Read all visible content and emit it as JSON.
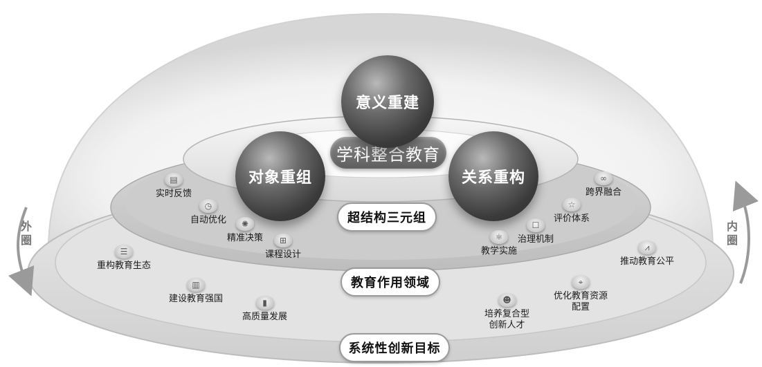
{
  "center": {
    "title": "学科整合教育"
  },
  "spheres": {
    "top": "意义重建",
    "left": "对象重组",
    "right": "关系重构"
  },
  "rings": {
    "inner_label": "超结构三元组",
    "middle_label": "教育作用领域",
    "outer_label": "系统性创新目标"
  },
  "inner_items": [
    {
      "label": "实时反馈",
      "icon": "clipboard-icon"
    },
    {
      "label": "自动优化",
      "icon": "timer-icon"
    },
    {
      "label": "精准决策",
      "icon": "target-icon"
    },
    {
      "label": "课程设计",
      "icon": "grid-icon"
    },
    {
      "label": "跨界融合",
      "icon": "circles-icon"
    },
    {
      "label": "评价体系",
      "icon": "star-card-icon"
    },
    {
      "label": "治理机制",
      "icon": "robot-icon"
    },
    {
      "label": "教学实施",
      "icon": "atom-icon"
    }
  ],
  "outer_items": [
    {
      "label": "重构教育生态",
      "icon": "database-icon"
    },
    {
      "label": "建设教育强国",
      "icon": "server-icon"
    },
    {
      "label": "高质量发展",
      "icon": "bar-chart-icon"
    },
    {
      "label": "推动教育公平",
      "icon": "line-chart-icon"
    },
    {
      "label": "优化教育资源\n配置",
      "icon": "location-icon"
    },
    {
      "label": "培养复合型\n创新人才",
      "icon": "people-icon"
    }
  ],
  "side_labels": {
    "left": "外\n圈",
    "right": "内\n圈"
  },
  "colors": {
    "sphere": "#3b3b3b",
    "pill_border": "#9a9a9a",
    "arrow": "#9a9a9a",
    "background": "#ffffff"
  }
}
